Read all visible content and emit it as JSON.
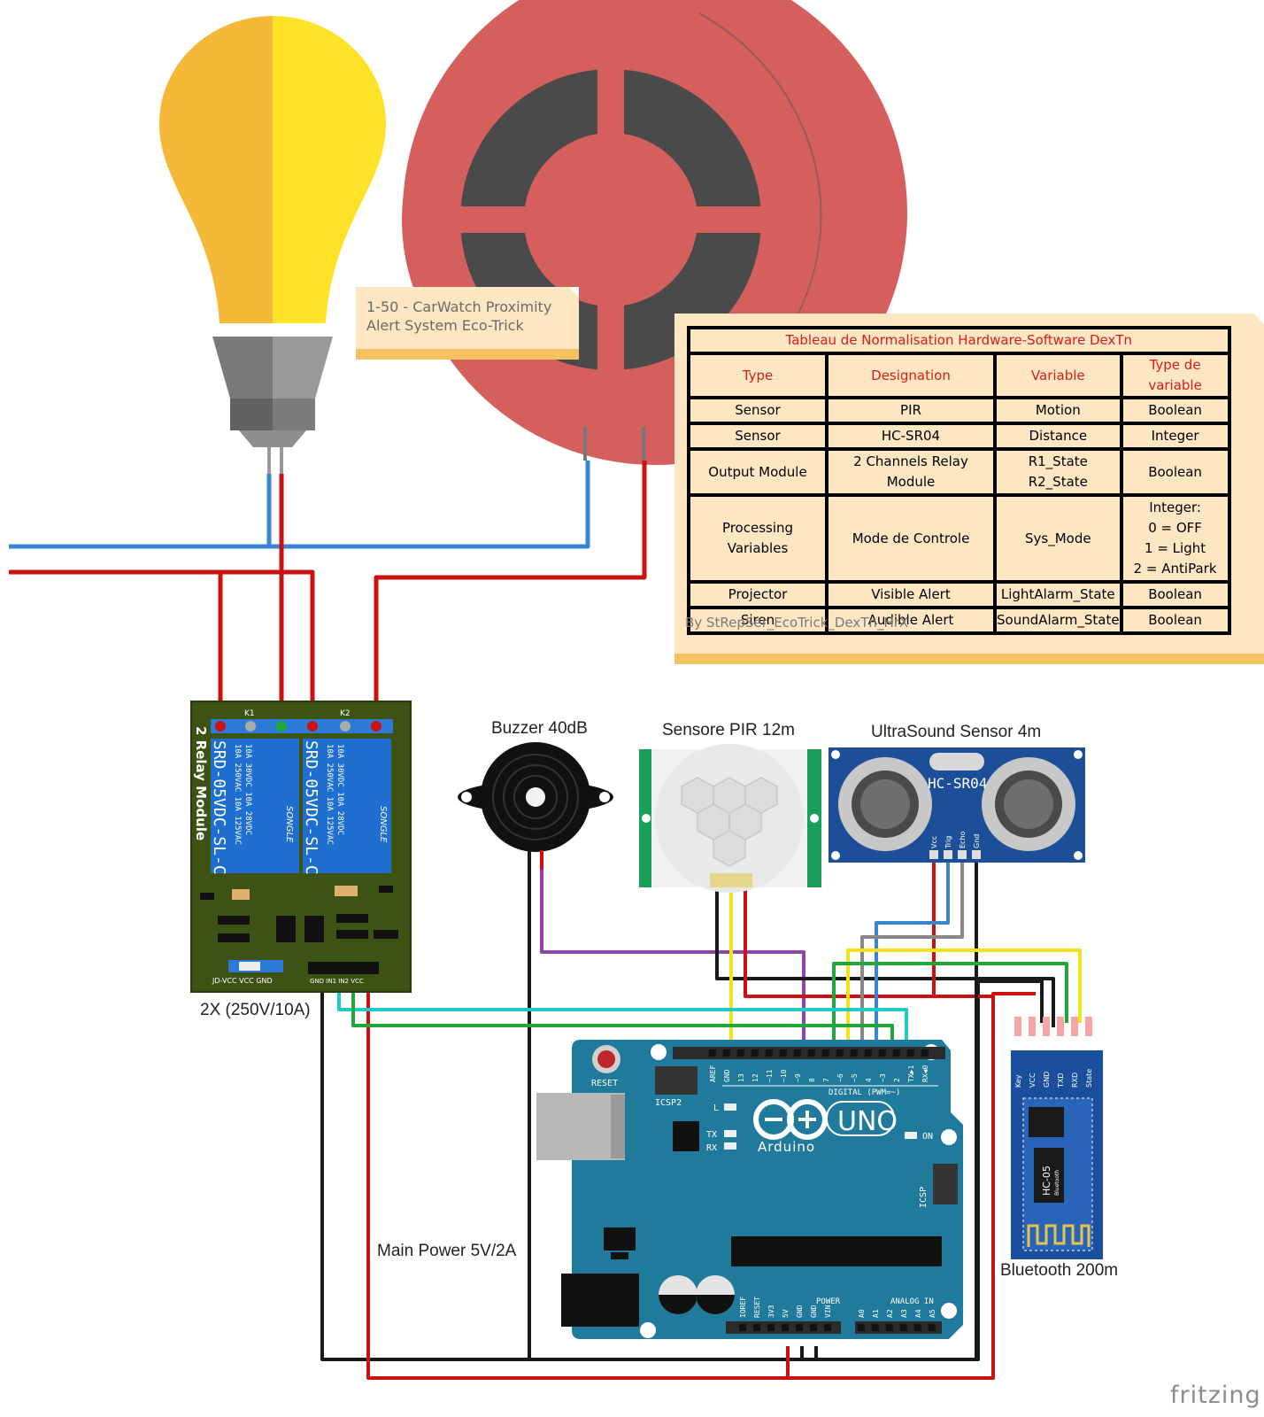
{
  "note": {
    "line1": "1-50 - CarWatch Proximity",
    "line2": "Alert System Eco-Trick"
  },
  "table": {
    "title": "Tableau de Normalisation Hardware-Software DexTn",
    "headers": [
      "Type",
      "Designation",
      "Variable",
      "Type de variable"
    ],
    "rows": [
      [
        "Sensor",
        "PIR",
        "Motion",
        "Boolean"
      ],
      [
        "Sensor",
        "HC-SR04",
        "Distance",
        "Integer"
      ],
      [
        "Output Module",
        "2 Channels Relay Module",
        "R1_State\nR2_State",
        "Boolean"
      ],
      [
        "Processing Variables",
        "Mode de Controle",
        "Sys_Mode",
        "Integer:\n0 = OFF\n1 = Light\n2 = AntiPark"
      ],
      [
        "Projector",
        "Visible Alert",
        "LightAlarm_State",
        "Boolean"
      ],
      [
        "Siren",
        "Audible Alert",
        "SoundAlarm_State",
        "Boolean"
      ]
    ],
    "byline": "By StRepSer_EcoTrick_DexTn_HrX"
  },
  "labels": {
    "buzzer": "Buzzer 40dB",
    "pir": "Sensore PIR 12m",
    "ultrasound": "UltraSound Sensor 4m",
    "relay_rating": "2X (250V/10A)",
    "power": "Main Power 5V/2A",
    "bluetooth": "Bluetooth 200m"
  },
  "relay": {
    "module_name": "2 Relay Module",
    "relay_model": "SRD-05VDC-SL-C",
    "relay_specs": [
      "10A 250VAC  10A 125VAC",
      "10A  30VDC  10A  28VDC"
    ],
    "brand": "SONGLE",
    "k1": "K1",
    "k2": "K2",
    "jumper_labels": "JD-VCC  VCC  GND",
    "pin_labels": "GND IN1 IN2 VCC"
  },
  "hcsr04": {
    "name": "HC-SR04",
    "pins": [
      "Vcc",
      "Trig",
      "Echo",
      "Gnd"
    ]
  },
  "hc05": {
    "name": "HC-05",
    "sub": "Bluetooth",
    "pins": [
      "Key",
      "VCC",
      "GND",
      "TXD",
      "RXD",
      "State"
    ]
  },
  "arduino": {
    "brand": "Arduino",
    "model": "UNO",
    "reset": "RESET",
    "icsp2": "ICSP2",
    "icsp": "ICSP",
    "digital": "DIGITAL (PWM=~)",
    "power": "POWER",
    "analog": "ANALOG IN",
    "l": "L",
    "tx": "TX",
    "rx": "RX",
    "on": "ON",
    "top_pins": [
      "AREF",
      "GND",
      "13",
      "12",
      "~11",
      "~10",
      "~9",
      "8",
      "7",
      "~6",
      "~5",
      "4",
      "~3",
      "2",
      "TX▶1",
      "RX◀0"
    ],
    "power_pins": [
      "IOREF",
      "RESET",
      "3V3",
      "5V",
      "GND",
      "GND",
      "VIN"
    ],
    "analog_pins": [
      "A0",
      "A1",
      "A2",
      "A3",
      "A4",
      "A5"
    ]
  },
  "fritzing": "fritzing",
  "colors": {
    "wire_red": "#cc1111",
    "wire_blue": "#3a84d6",
    "wire_black": "#1a1a1a",
    "wire_yellow": "#f2e21a",
    "wire_green": "#1ea83a",
    "wire_cyan": "#22c9c9",
    "wire_purple": "#8e44a8",
    "wire_gray": "#888888",
    "siren": "#d45f5c",
    "siren_dark": "#4a4a4a",
    "bulb_left": "#f5b93a",
    "bulb_right": "#fde227",
    "relay_board": "#3e5214",
    "relay_blue": "#1f6fd1",
    "arduino": "#1f7a9c",
    "hc05": "#1a4f9e",
    "hcsr04": "#1d4f99"
  }
}
